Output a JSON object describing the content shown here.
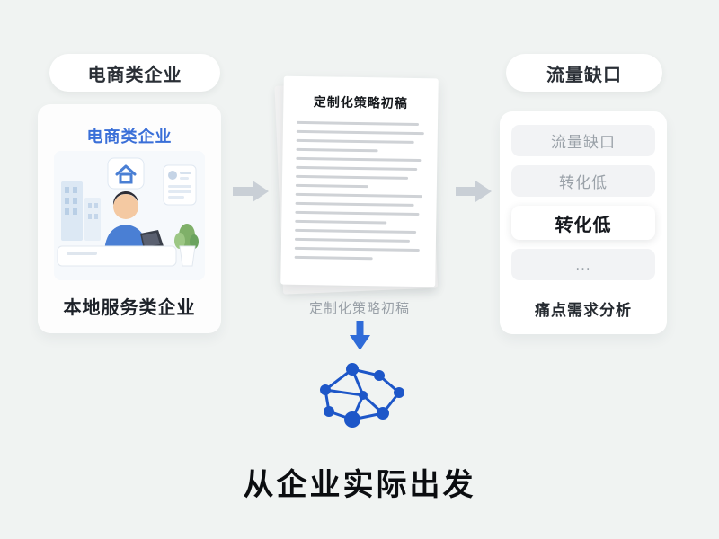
{
  "left": {
    "pill_label": "电商类企业",
    "card_title": "电商类企业",
    "card_caption": "本地服务类企业"
  },
  "middle": {
    "doc_title": "定制化策略初稿",
    "doc_caption": "定制化策略初稿",
    "headline": "从企业实际出发"
  },
  "right": {
    "pill_label": "流量缺口",
    "items": [
      {
        "label": "流量缺口",
        "highlight": false
      },
      {
        "label": "转化低",
        "highlight": false
      },
      {
        "label": "转化低",
        "highlight": true
      },
      {
        "label": "...",
        "highlight": false
      }
    ],
    "caption": "痛点需求分析"
  },
  "icons": {
    "arrow_right_1": "arrow-right-icon",
    "arrow_right_2": "arrow-right-icon",
    "arrow_down": "arrow-down-icon",
    "network": "network-graph-icon",
    "illustration": "workspace-illustration"
  },
  "colors": {
    "background": "#f0f3f2",
    "accent_blue": "#2f6bd8",
    "network_blue": "#1d56c8",
    "arrow_gray": "#c9cfd6",
    "muted_text": "#9aa1a8",
    "dark_text": "#1d2229"
  }
}
